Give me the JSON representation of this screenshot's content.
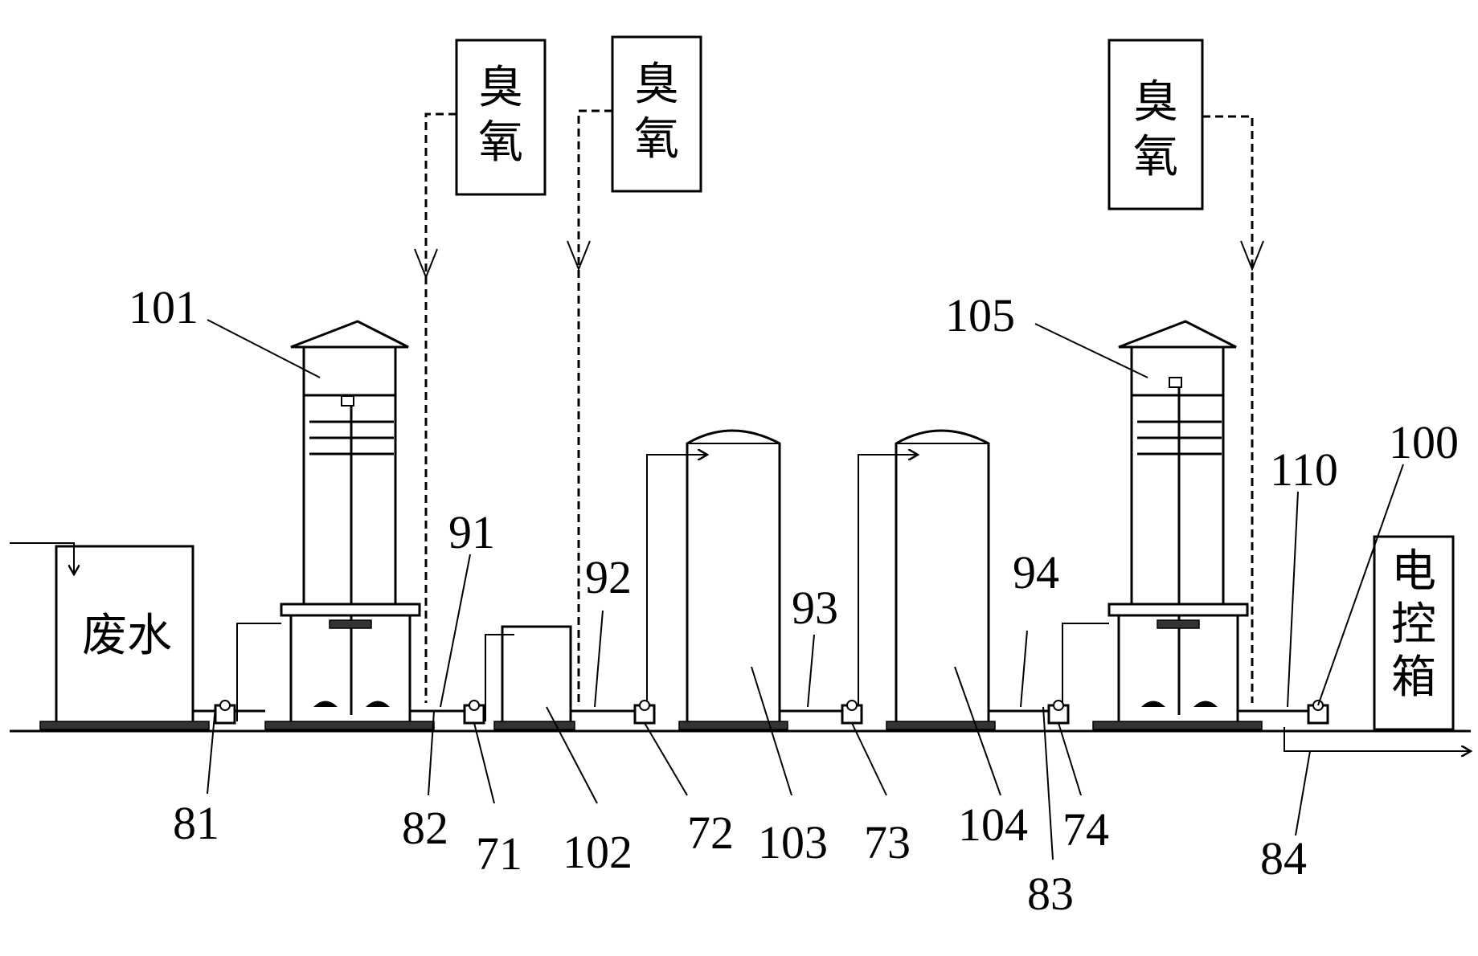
{
  "diagram": {
    "units": {
      "ozone_1": [
        "臭",
        "氧"
      ],
      "ozone_2": [
        "臭",
        "氧"
      ],
      "ozone_3": [
        "臭",
        "氧"
      ],
      "wastewater": "废水",
      "control_box": [
        "电",
        "控",
        "箱"
      ]
    },
    "labels": {
      "l101": "101",
      "l105": "105",
      "l91": "91",
      "l92": "92",
      "l93": "93",
      "l94": "94",
      "l110": "110",
      "l100": "100",
      "l81": "81",
      "l82": "82",
      "l71": "71",
      "l102": "102",
      "l72": "72",
      "l103": "103",
      "l73": "73",
      "l104": "104",
      "l74": "74",
      "l83": "83",
      "l84": "84"
    }
  }
}
